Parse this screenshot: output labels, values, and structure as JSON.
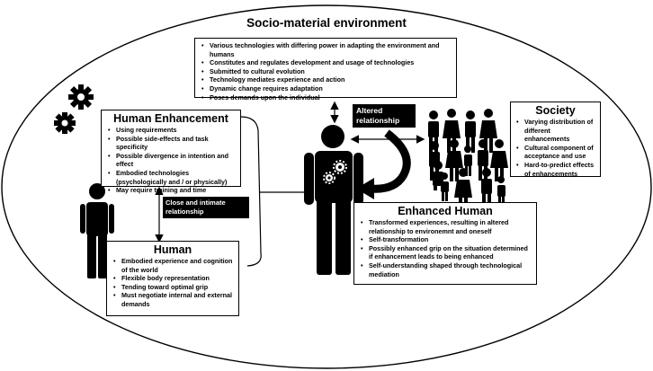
{
  "diagram": {
    "title": "Socio-material environment",
    "technology_box": {
      "items": [
        "Various technologies with differing power in adapting the environment and humans",
        "Constitutes and regulates development and usage of technologies",
        "Submitted to cultural evolution",
        "Technology mediates experience and action",
        "Dynamic change requires adaptation",
        "Poses demands upon the individual"
      ]
    },
    "altered_relationship_label": "Altered relationship",
    "human_enhancement": {
      "title": "Human Enhancement",
      "items": [
        "Using requirements",
        "Possible side-effects and task specificity",
        "Possible divergence in intention and effect",
        "Embodied technologies (psychologically and / or physically)",
        "May require training and time"
      ]
    },
    "close_relationship_label": "Close and intimate relationship",
    "society": {
      "title": "Society",
      "items": [
        "Varying distribution of different enhancements",
        "Cultural component of acceptance and use",
        "Hard-to-predict effects of enhancements"
      ]
    },
    "human": {
      "title": "Human",
      "items": [
        "Embodied experience and cognition of the world",
        "Flexible body representation",
        "Tending toward optimal grip",
        "Must negotiate internal and external demands"
      ]
    },
    "enhanced_human": {
      "title": "Enhanced Human",
      "items": [
        "Transformed experiences, resulting in altered relationship to environemnt and oneself",
        "Self-transformation",
        "Possibly enhanced grip on the situation determined if enhancement leads to being enhanced",
        "Self-understanding shaped through technological mediation"
      ]
    },
    "icons": [
      "gear-icon",
      "person-icon",
      "enhanced-person-icon",
      "group-of-people-icon",
      "circular-arrow-icon"
    ]
  }
}
